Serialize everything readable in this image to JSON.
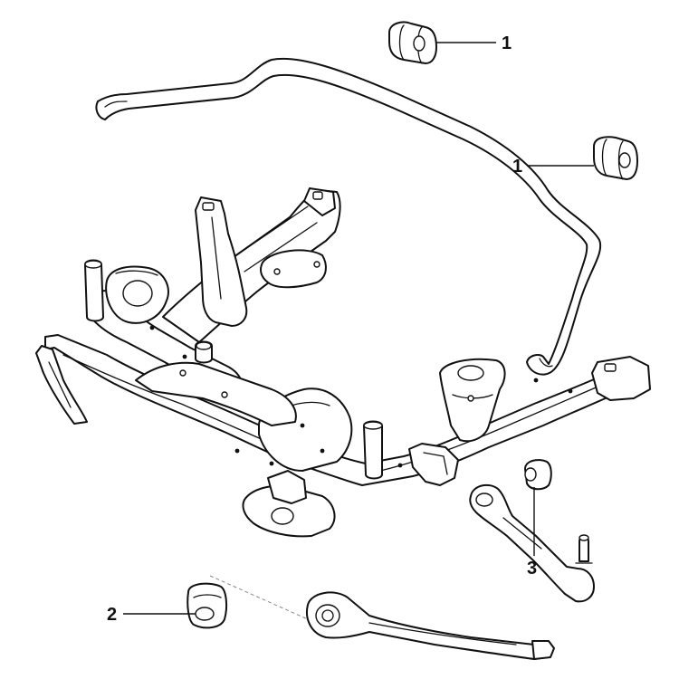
{
  "callouts": {
    "c1a": "1",
    "c1b": "1",
    "c2": "2",
    "c3": "3"
  },
  "colors": {
    "line": "#111111",
    "background": "#ffffff"
  }
}
